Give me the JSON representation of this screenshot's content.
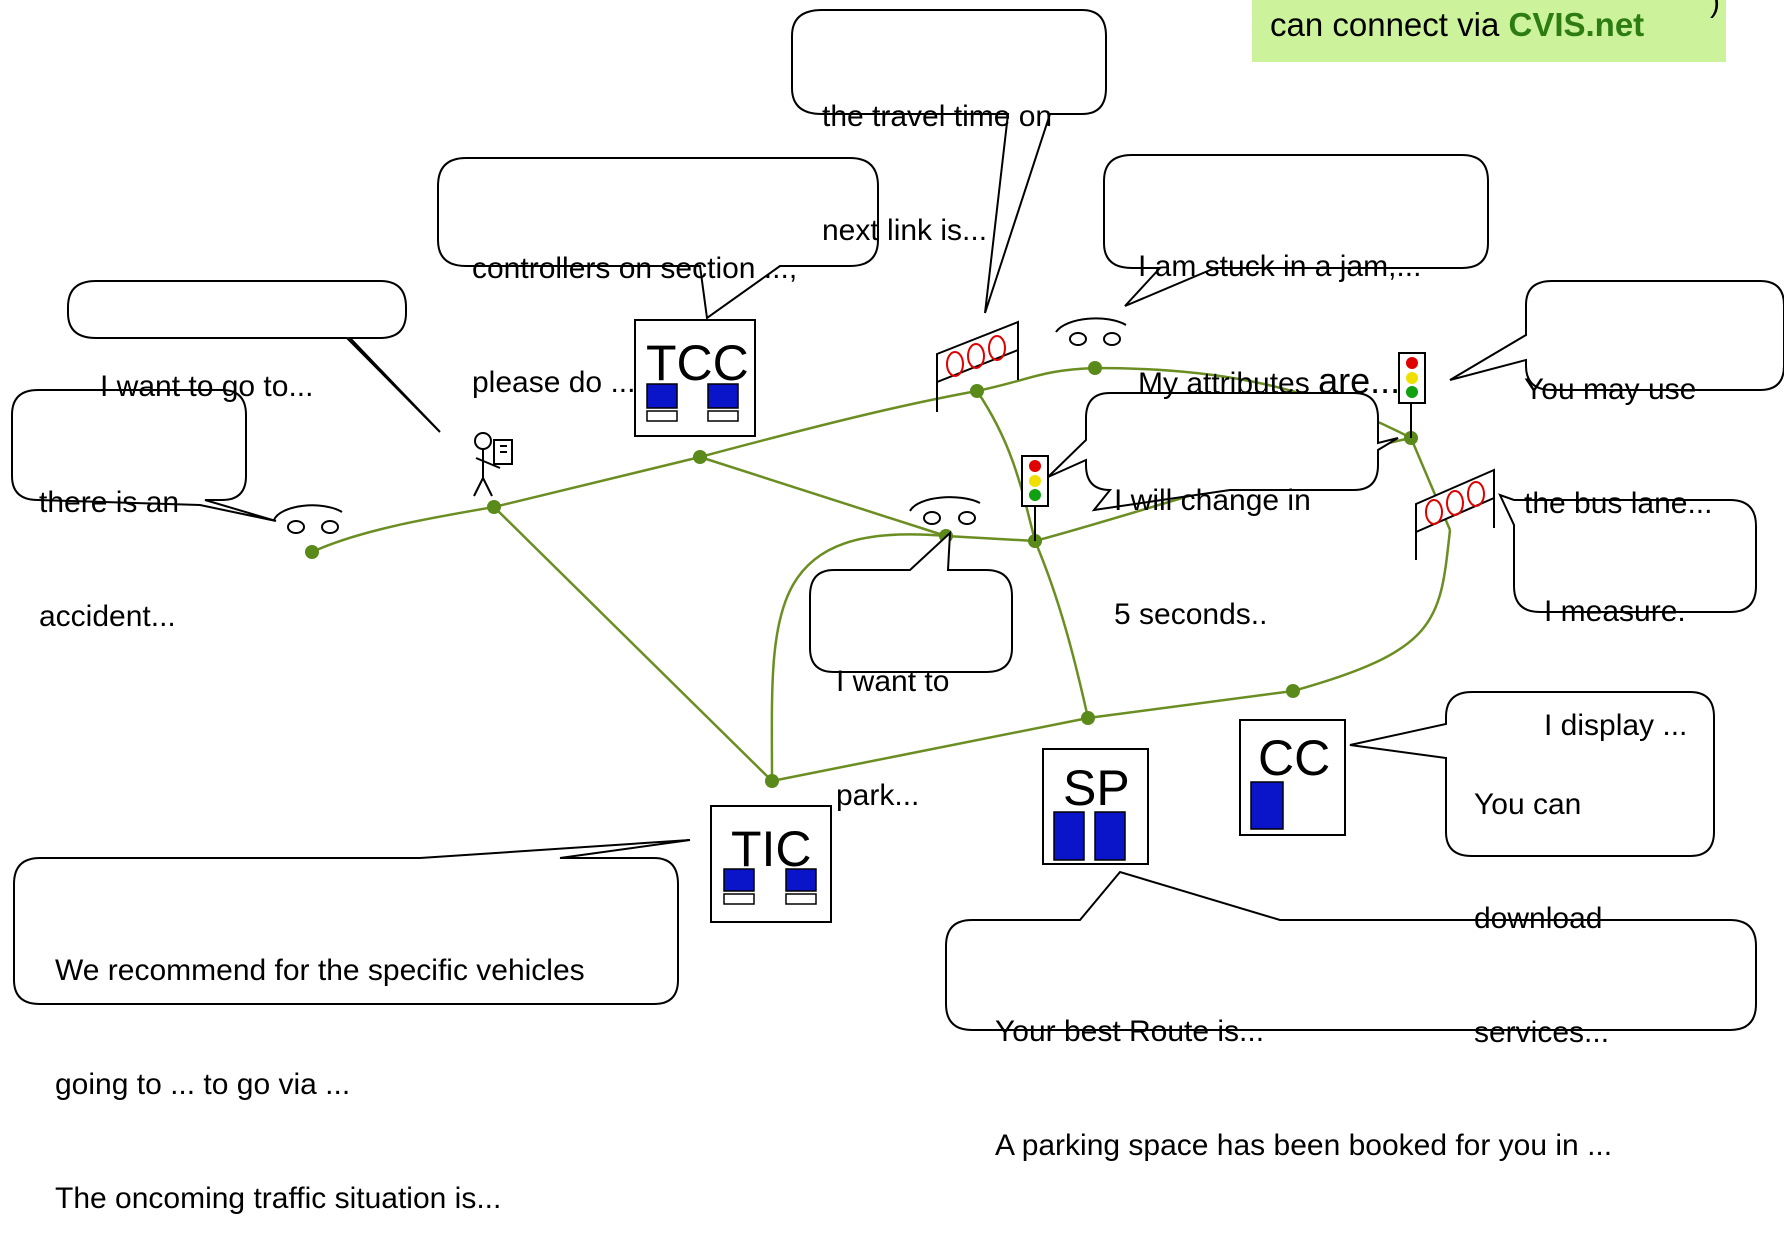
{
  "banner": {
    "prefix": "can connect via ",
    "highlight": "CVIS.net",
    "fragment": ")",
    "background": "#ccf29b",
    "highlight_color": "#2d7c12"
  },
  "callouts": {
    "travel_time": [
      "the travel time on",
      "next link is..."
    ],
    "controllers": [
      "controllers on section ...,",
      "please do ..."
    ],
    "stuck": {
      "line1": "I am stuck in a jam,...",
      "line2a": "My attributes ",
      "line2b": "are..."
    },
    "want_to_go": [
      "I want to go to..."
    ],
    "bus_lane": [
      "You may use",
      "the bus lane..."
    ],
    "accident": [
      "there is an",
      "accident..."
    ],
    "change": [
      "I will change in",
      "5 seconds.."
    ],
    "measure": [
      "I measure.",
      "I display ..."
    ],
    "park": [
      "I want to",
      "park..."
    ],
    "download": [
      "You can",
      "download",
      "services..."
    ],
    "recommend": [
      "We recommend for the specific vehicles",
      "going to ... to go via ...",
      "The oncoming traffic situation is..."
    ],
    "best_route": [
      "Your best Route is...",
      "A parking space has been booked for you in ..."
    ]
  },
  "boxes": {
    "tcc": "TCC",
    "tic": "TIC",
    "sp": "SP",
    "cc": "CC"
  },
  "colors": {
    "network": "#6b8e23",
    "node": "#5a8a1a",
    "screen": "#0a14c8",
    "light_red": "#e00000",
    "light_yellow": "#f0e000",
    "light_green": "#10a010"
  }
}
